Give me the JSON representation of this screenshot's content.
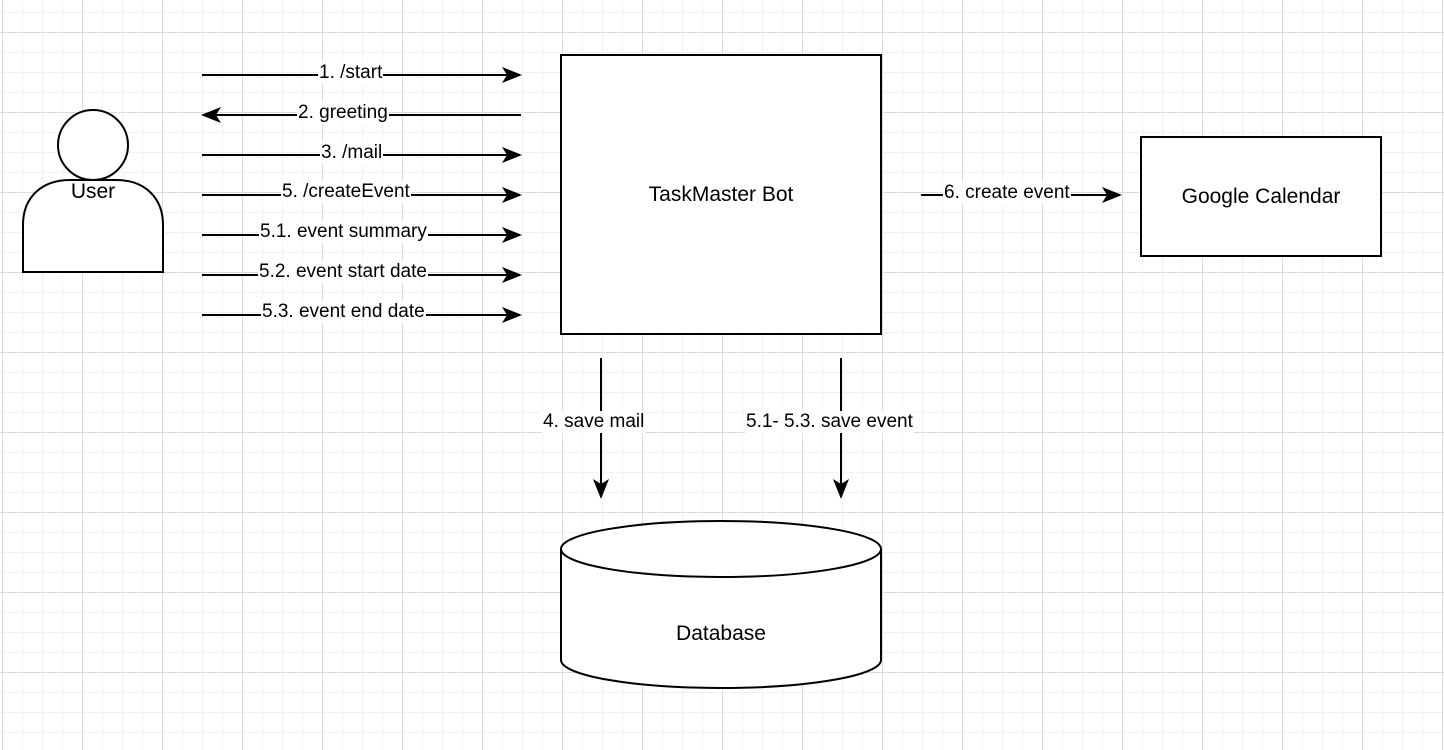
{
  "nodes": {
    "user": "User",
    "bot": "TaskMaster Bot",
    "calendar": "Google Calendar",
    "database": "Database"
  },
  "edges": {
    "start": "1. /start",
    "greeting": "2. greeting",
    "mail": "3. /mail",
    "create_event": "5. /createEvent",
    "event_summary": "5.1. event summary",
    "event_start": "5.2. event start date",
    "event_end": "5.3. event end date",
    "calendar_create": "6. create event",
    "save_mail": "4. save mail",
    "save_event": "5.1- 5.3. save event"
  }
}
